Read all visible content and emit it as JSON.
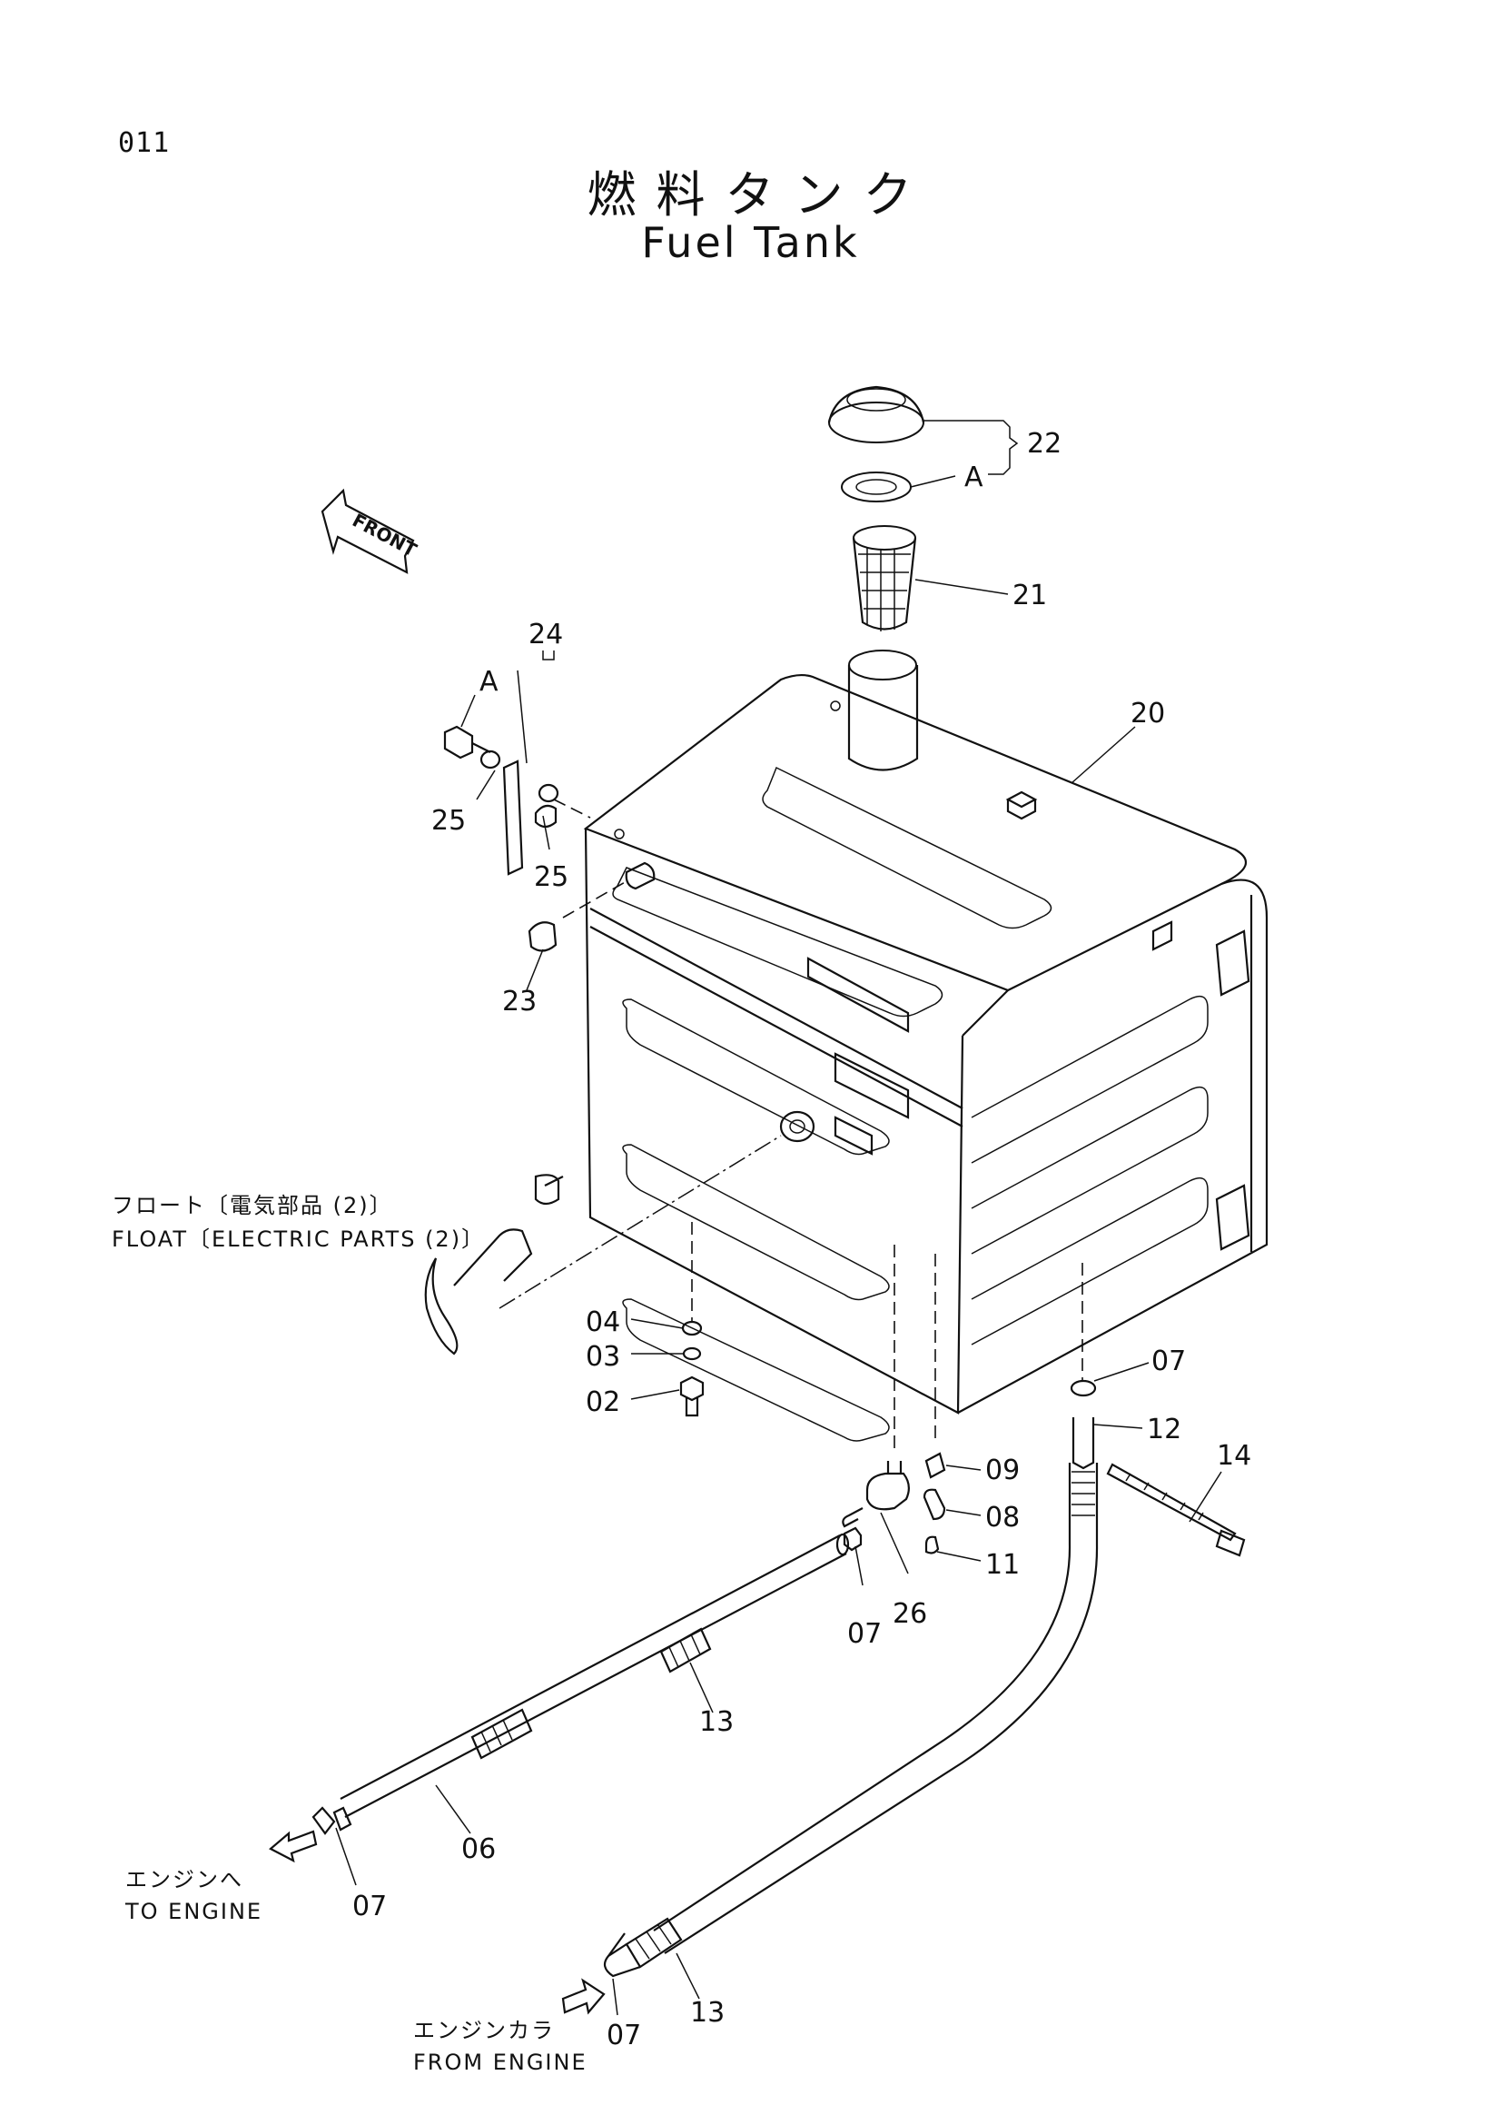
{
  "page_number": "011",
  "title_jp": "燃料タンク",
  "title_en": "Fuel Tank",
  "front_label": "FRONT",
  "group_marker": "A",
  "callouts": {
    "c22": "22",
    "c21": "21",
    "c20": "20",
    "c24": "24",
    "c25a": "25",
    "c25b": "25",
    "c23": "23",
    "c04": "04",
    "c03": "03",
    "c02": "02",
    "c07a": "07",
    "c12": "12",
    "c14": "14",
    "c09": "09",
    "c08": "08",
    "c11": "11",
    "c26": "26",
    "c07b": "07",
    "c13a": "13",
    "c06": "06",
    "c07c": "07",
    "c13b": "13",
    "c07d": "07"
  },
  "float_label_jp": "フロート〔電気部品 (2)〕",
  "float_label_en": "FLOAT〔ELECTRIC PARTS (2)〕",
  "to_engine_jp": "エンジンへ",
  "to_engine_en": "TO ENGINE",
  "from_engine_jp": "エンジンカラ",
  "from_engine_en": "FROM ENGINE"
}
